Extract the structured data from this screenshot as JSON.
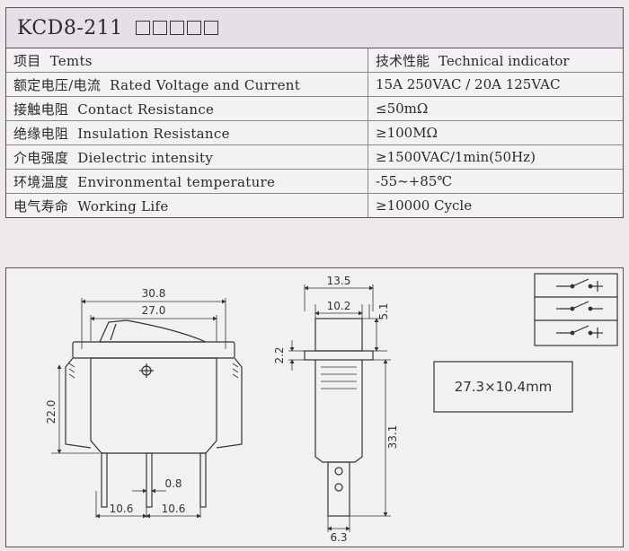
{
  "title": {
    "model": "KCD8-211",
    "boxes": 5
  },
  "header": {
    "name_cn": "项目",
    "name_en": "Temts",
    "value_cn": "技术性能",
    "value_en": "Technical indicator"
  },
  "rows": [
    {
      "cn": "额定电压/电流",
      "en": "Rated Voltage and Current",
      "value": "15A 250VAC / 20A 125VAC"
    },
    {
      "cn": "接触电阻",
      "en": "Contact Resistance",
      "value": "≤50mΩ"
    },
    {
      "cn": "绝缘电阻",
      "en": "Insulation Resistance",
      "value": "≥100MΩ"
    },
    {
      "cn": "介电强度",
      "en": "Dielectric intensity",
      "value": "≥1500VAC/1min(50Hz)"
    },
    {
      "cn": "环境温度",
      "en": "Environmental temperature",
      "value": "-55~+85℃"
    },
    {
      "cn": "电气寿命",
      "en": "Working Life",
      "value": "≥10000 Cycle"
    }
  ],
  "drawing": {
    "front": {
      "dim_outer": "30.8",
      "dim_inner": "27.0",
      "dim_height": "22.0",
      "dim_gap": "0.8",
      "dim_pin_left": "10.6",
      "dim_pin_right": "10.6"
    },
    "side": {
      "dim_top": "13.5",
      "dim_body": "10.2",
      "dim_rocker": "5.1",
      "dim_flange": "2.2",
      "dim_length": "33.1",
      "dim_pin": "6.3"
    },
    "cutout": "27.3×10.4mm"
  }
}
